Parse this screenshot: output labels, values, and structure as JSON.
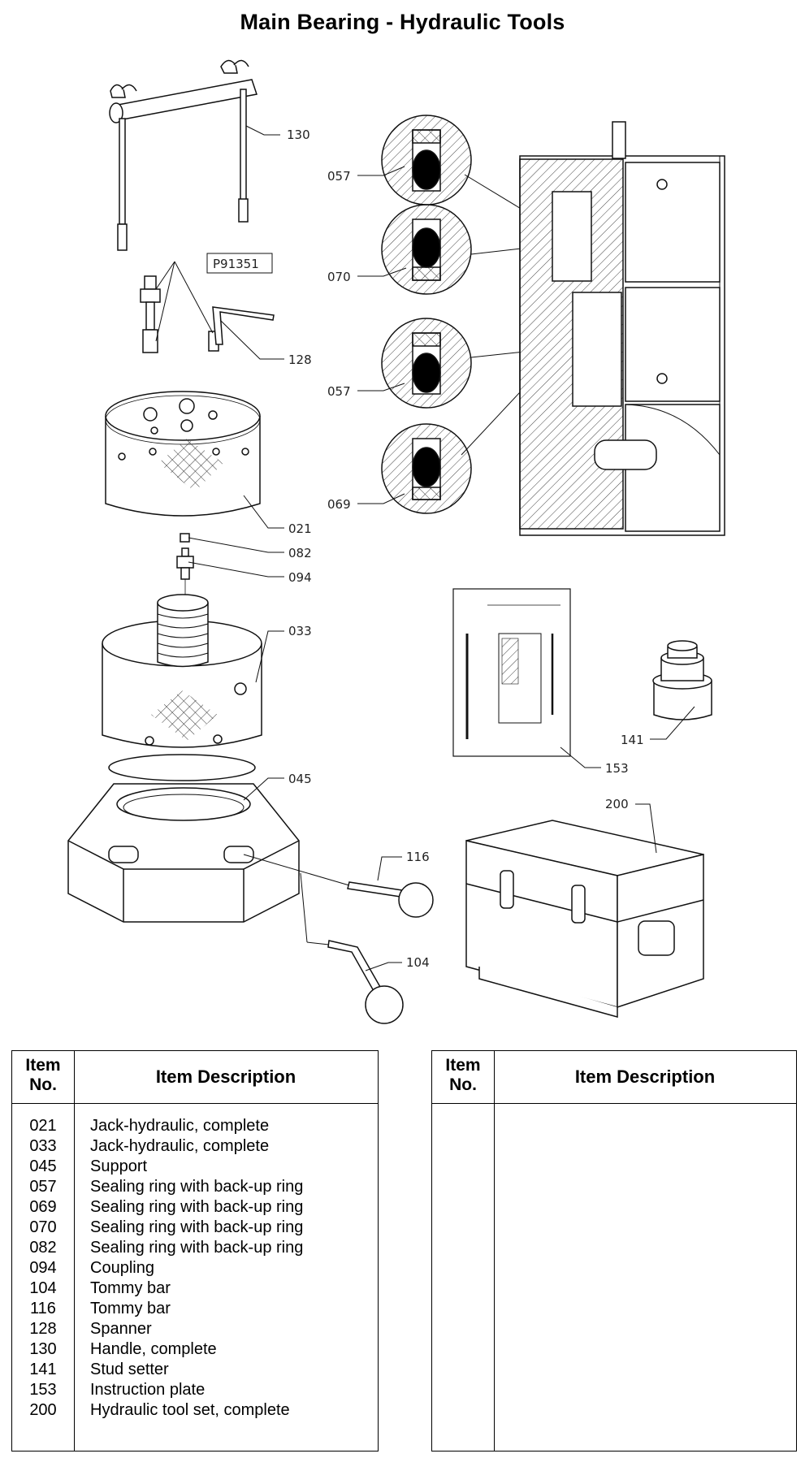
{
  "title": "Main Bearing - Hydraulic Tools",
  "callouts": {
    "c130": "130",
    "p91351": "P91351",
    "c128": "128",
    "c021": "021",
    "c082": "082",
    "c094": "094",
    "c033": "033",
    "c045": "045",
    "c116": "116",
    "c104": "104",
    "c057a": "057",
    "c070": "070",
    "c057b": "057",
    "c069": "069",
    "c141": "141",
    "c153": "153",
    "c200": "200"
  },
  "table_left": {
    "header_no_line1": "Item",
    "header_no_line2": "No.",
    "header_desc": "Item Description",
    "rows": [
      {
        "no": "021",
        "desc": "Jack-hydraulic, complete"
      },
      {
        "no": "033",
        "desc": "Jack-hydraulic, complete"
      },
      {
        "no": "045",
        "desc": "Support"
      },
      {
        "no": "057",
        "desc": "Sealing ring with back-up ring"
      },
      {
        "no": "069",
        "desc": "Sealing ring with back-up ring"
      },
      {
        "no": "070",
        "desc": "Sealing ring with back-up ring"
      },
      {
        "no": "082",
        "desc": "Sealing ring with back-up ring"
      },
      {
        "no": "094",
        "desc": "Coupling"
      },
      {
        "no": "104",
        "desc": "Tommy bar"
      },
      {
        "no": "116",
        "desc": "Tommy bar"
      },
      {
        "no": "128",
        "desc": "Spanner"
      },
      {
        "no": "130",
        "desc": "Handle, complete"
      },
      {
        "no": "141",
        "desc": "Stud setter"
      },
      {
        "no": "153",
        "desc": "Instruction plate"
      },
      {
        "no": "200",
        "desc": "Hydraulic tool set, complete"
      }
    ]
  },
  "table_right": {
    "header_no_line1": "Item",
    "header_no_line2": "No.",
    "header_desc": "Item Description"
  }
}
